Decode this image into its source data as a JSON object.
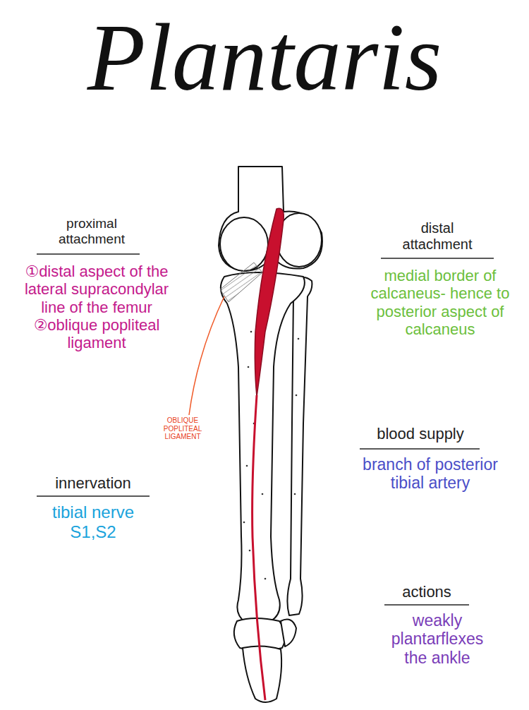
{
  "diagram": {
    "title": "Plantaris",
    "labels": [
      "proximal attachment",
      "①distal aspect of the lateral supracondylar line of the femur ②oblique popliteal ligament",
      "OBLIQUE POPLITEAL LIGAMENT",
      "innervation",
      "tibial nerve S1,S2",
      "distal attachment",
      "medial border of calcaneus- hence to posterior aspect of calcaneus",
      "blood supply",
      "branch of posterior tibial artery",
      "actions",
      "weakly plantarflexes the ankle"
    ]
  }
}
